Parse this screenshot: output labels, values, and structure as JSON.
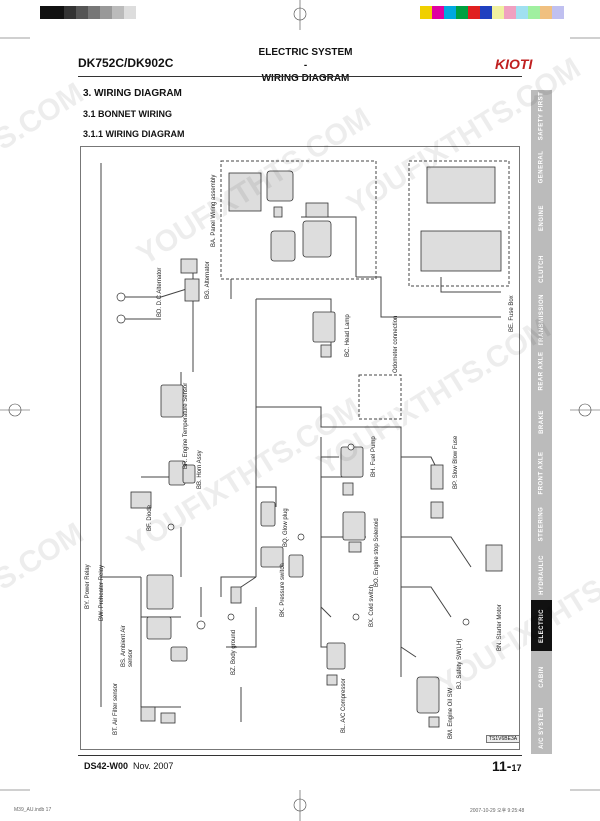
{
  "header": {
    "model": "DK752C/DK902C",
    "title_line1": "ELECTRIC SYSTEM -",
    "title_line2": "WIRING DIAGRAM",
    "brand": "KIOTI"
  },
  "sections": {
    "h1": "3. WIRING DIAGRAM",
    "h2": "3.1  BONNET WIRING",
    "h3": "3.1.1  WIRING DIAGRAM"
  },
  "side_tabs": [
    {
      "label": "SAFETY FIRST",
      "active": false
    },
    {
      "label": "GENERAL",
      "active": false
    },
    {
      "label": "ENGINE",
      "active": false
    },
    {
      "label": "CLUTCH",
      "active": false
    },
    {
      "label": "TRANSMISSION",
      "active": false
    },
    {
      "label": "REAR AXLE",
      "active": false
    },
    {
      "label": "BRAKE",
      "active": false
    },
    {
      "label": "FRONT AXLE",
      "active": false
    },
    {
      "label": "STEERING",
      "active": false
    },
    {
      "label": "HYDRAULIC",
      "active": false
    },
    {
      "label": "ELECTRIC",
      "active": true
    },
    {
      "label": "CABIN",
      "active": false
    },
    {
      "label": "A/C SYSTEM",
      "active": false
    }
  ],
  "diagram_labels": {
    "ba": "BA. Panel Wiring assembly",
    "bd": "BD. D.C Alternator",
    "bg": "BG. Alternator",
    "be": "BE. Fuse Box",
    "bc": "BC. Head Lamp",
    "odo": "Odometer connection",
    "br": "BR. Engine Temperature Sensor",
    "bh": "BH. Fuel Pump",
    "bp": "BP. Slow Blow Fuse",
    "bb": "BB. Horn Assy",
    "bf": "BF. Diode",
    "bq": "BQ. Glow plug",
    "bo": "BO. Engine stop Solenoid",
    "by": "BY. Power Relay",
    "bk": "BK. Pressure switch",
    "bx": "BX. Cold switch",
    "bn": "BN. Starter Motor",
    "bw": "BW. Preheater Relay",
    "bz": "BZ. Body ground",
    "bs": "BS. Ambient Air sensor",
    "bj": "BJ. Safety SW(LH)",
    "bt": "BT. Air Filter sensor",
    "bl": "BL. A/C Compressor",
    "bm": "BM. Engine Oil SW",
    "code": "TS1V6BE3A"
  },
  "footer": {
    "doc": "DS42-W00",
    "date": "Nov. 2007",
    "page_main": "11-",
    "page_sub": "17"
  },
  "print_info": {
    "file": "M39_AU.indb   17",
    "stamp": "2007-10-29   오후 9:25:48"
  },
  "watermarks": [
    "YOUFIXTHTS.COM",
    "YOUFIXTHTS.COM",
    "YOUFIXTHTS.COM",
    "YOUFIXTHTS.COM",
    "S.COM",
    "S.COM",
    "YOUFIXTHTS.COM"
  ],
  "colors": {
    "tab_bg": "#bbbbbb",
    "tab_active": "#111111",
    "brand": "#c02020"
  },
  "color_bar": [
    "#111",
    "#111",
    "#333",
    "#555",
    "#777",
    "#999",
    "#bbb",
    "#ddd",
    "#f0d000",
    "#e000a0",
    "#00a8e0",
    "#00a040",
    "#e02020",
    "#2040c0",
    "#f0f0a0",
    "#f0a0c0",
    "#a0e0f0",
    "#a0f0a0",
    "#f0c080",
    "#c0c0f0"
  ]
}
